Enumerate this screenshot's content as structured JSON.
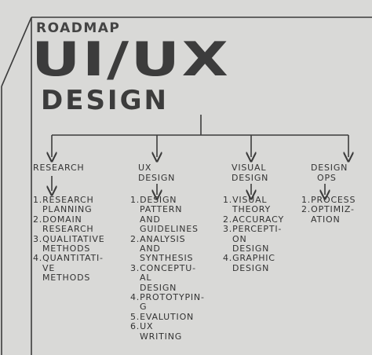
{
  "header": {
    "kicker": "ROADMAP",
    "title": "UI/UX",
    "subtitle": "DESIGN"
  },
  "columns": [
    {
      "title_lines": [
        "RESEARCH"
      ],
      "items": [
        {
          "num": "1.",
          "lines": [
            "RESEARCH",
            "PLANNING"
          ]
        },
        {
          "num": "2.",
          "lines": [
            "DOMAIN",
            "RESEARCH"
          ]
        },
        {
          "num": "3.",
          "lines": [
            "QUALITATIVE",
            "METHODS"
          ]
        },
        {
          "num": "4.",
          "lines": [
            "QUANTITATI-",
            "VE",
            "METHODS"
          ]
        }
      ]
    },
    {
      "title_lines": [
        "UX",
        "DESIGN"
      ],
      "items": [
        {
          "num": "1.",
          "lines": [
            "DESIGN",
            "PATTERN",
            "AND",
            "GUIDELINES"
          ]
        },
        {
          "num": "2.",
          "lines": [
            "ANALYSIS",
            "AND",
            "SYNTHESIS"
          ]
        },
        {
          "num": "3.",
          "lines": [
            "CONCEPTU-",
            "AL",
            "DESIGN"
          ]
        },
        {
          "num": "4.",
          "lines": [
            "PROTOTYPIN-",
            "G"
          ]
        },
        {
          "num": "5.",
          "lines": [
            "EVALUTION"
          ]
        },
        {
          "num": "6.",
          "lines": [
            "UX",
            "WRITING"
          ]
        }
      ]
    },
    {
      "title_lines": [
        "VISUAL",
        "DESIGN"
      ],
      "items": [
        {
          "num": "1.",
          "lines": [
            "VISUAL",
            "THEORY"
          ]
        },
        {
          "num": "2.",
          "lines": [
            "ACCURACY"
          ]
        },
        {
          "num": "3.",
          "lines": [
            "PERCEPTI-",
            "ON",
            "DESIGN"
          ]
        },
        {
          "num": "4.",
          "lines": [
            "GRAPHIC",
            "DESIGN"
          ]
        }
      ]
    },
    {
      "title_lines": [
        "DESIGN",
        "OPS"
      ],
      "items": [
        {
          "num": "1.",
          "lines": [
            "PROCESS"
          ]
        },
        {
          "num": "2.",
          "lines": [
            "OPTIMIZ-",
            "ATION"
          ]
        }
      ]
    }
  ],
  "colors": {
    "background": "#d9d9d7",
    "ink": "#3a3a3a",
    "line": "#3c3c3c"
  }
}
